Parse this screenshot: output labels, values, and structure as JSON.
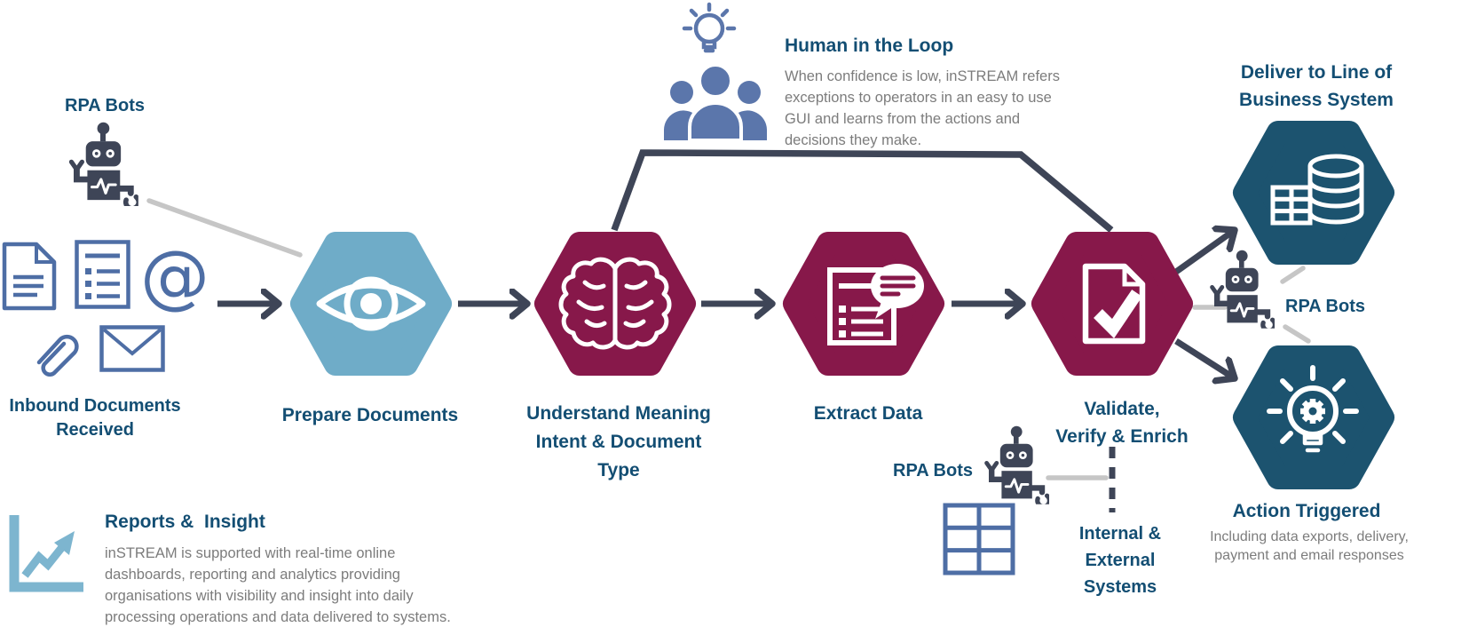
{
  "labels": {
    "rpa_bots_top_left": "RPA Bots",
    "rpa_bots_bottom": "RPA Bots",
    "rpa_bots_right": "RPA Bots",
    "inbound_documents": {
      "line1": "Inbound Documents",
      "line2": "Received"
    },
    "internal_external": {
      "line1": "Internal &",
      "line2": "External",
      "line3": "Systems"
    }
  },
  "hexagons": {
    "prepare": {
      "label": "Prepare Documents"
    },
    "understand": {
      "line1": "Understand Meaning",
      "line2": "Intent & Document",
      "line3": "Type"
    },
    "extract": {
      "label": "Extract Data"
    },
    "validate": {
      "line1": "Validate,",
      "line2": "Verify & Enrich"
    },
    "deliver": {
      "line1": "Deliver to Line of",
      "line2": "Business System"
    },
    "action": {
      "label": "Action Triggered",
      "description": "Including data exports, delivery, payment and email responses"
    }
  },
  "callouts": {
    "human_in_the_loop": {
      "title": "Human in the Loop",
      "body": "When confidence is low, inSTREAM refers exceptions to operators in an easy to use GUI and learns from the actions and decisions they make."
    },
    "reports_insight": {
      "title": "Reports &  Insight",
      "body": "inSTREAM is supported with real-time online dashboards, reporting and analytics providing organisations with visibility and insight into daily processing operations and data delivered to systems."
    }
  },
  "icons": {
    "robot": "robot-icon",
    "document": "document-icon",
    "document_list": "document-list-icon",
    "at_symbol": "at-symbol-icon",
    "paperclip": "paperclip-icon",
    "envelope": "envelope-icon",
    "eye": "eye-icon",
    "brain": "brain-icon",
    "document_speech": "document-speech-icon",
    "document_check": "document-check-icon",
    "table_database": "table-database-icon",
    "lightbulb_gear": "lightbulb-gear-icon",
    "lightbulb_idea": "lightbulb-idea-icon",
    "people_group": "people-group-icon",
    "chart_growth": "chart-growth-icon",
    "table_grid": "table-grid-icon"
  },
  "colors": {
    "light_blue_hex": "#6FACC8",
    "maroon_hex": "#87184A",
    "teal_hex": "#1C536F",
    "navy": "#3E4557",
    "steel_blue": "#5B76AB",
    "heading_text": "#134E73",
    "gray_text": "#7C7C7C",
    "gray_line": "#C6C6C6",
    "reports_blue": "#7DB5CF"
  }
}
